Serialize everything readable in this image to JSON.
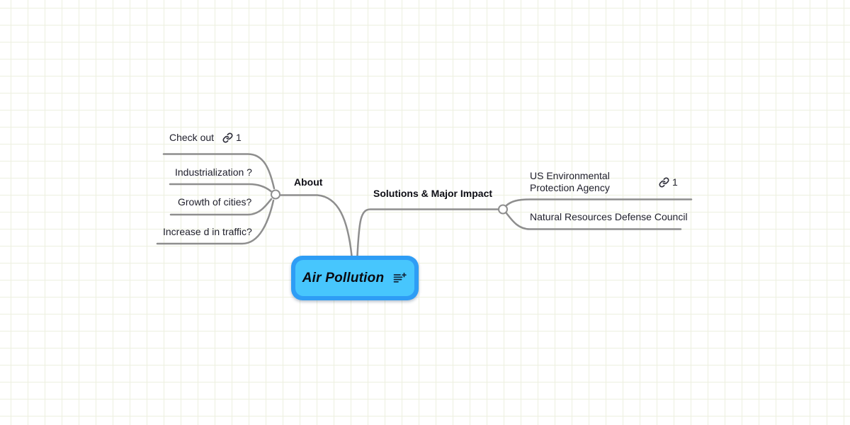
{
  "root": {
    "label": "Air Pollution",
    "fill": "#47c6fd",
    "border": "#2e9df5"
  },
  "branches": [
    {
      "label": "About",
      "children": [
        {
          "label": "Check out",
          "link_count": "1"
        },
        {
          "label": "Industrialization ?"
        },
        {
          "label": "Growth of cities?"
        },
        {
          "label": "Increase d in traffic?"
        }
      ]
    },
    {
      "label": "Solutions & Major Impact",
      "children": [
        {
          "label": "US Environmental Protection Agency",
          "link_count": "1"
        },
        {
          "label": "Natural Resources Defense Council"
        }
      ]
    }
  ],
  "colors": {
    "line": "#8e8e8e",
    "grid": "#edf0e0",
    "text": "#20202c"
  },
  "icons": {
    "link": "chain-link-icon",
    "root_badge": "notes-plus-icon"
  }
}
